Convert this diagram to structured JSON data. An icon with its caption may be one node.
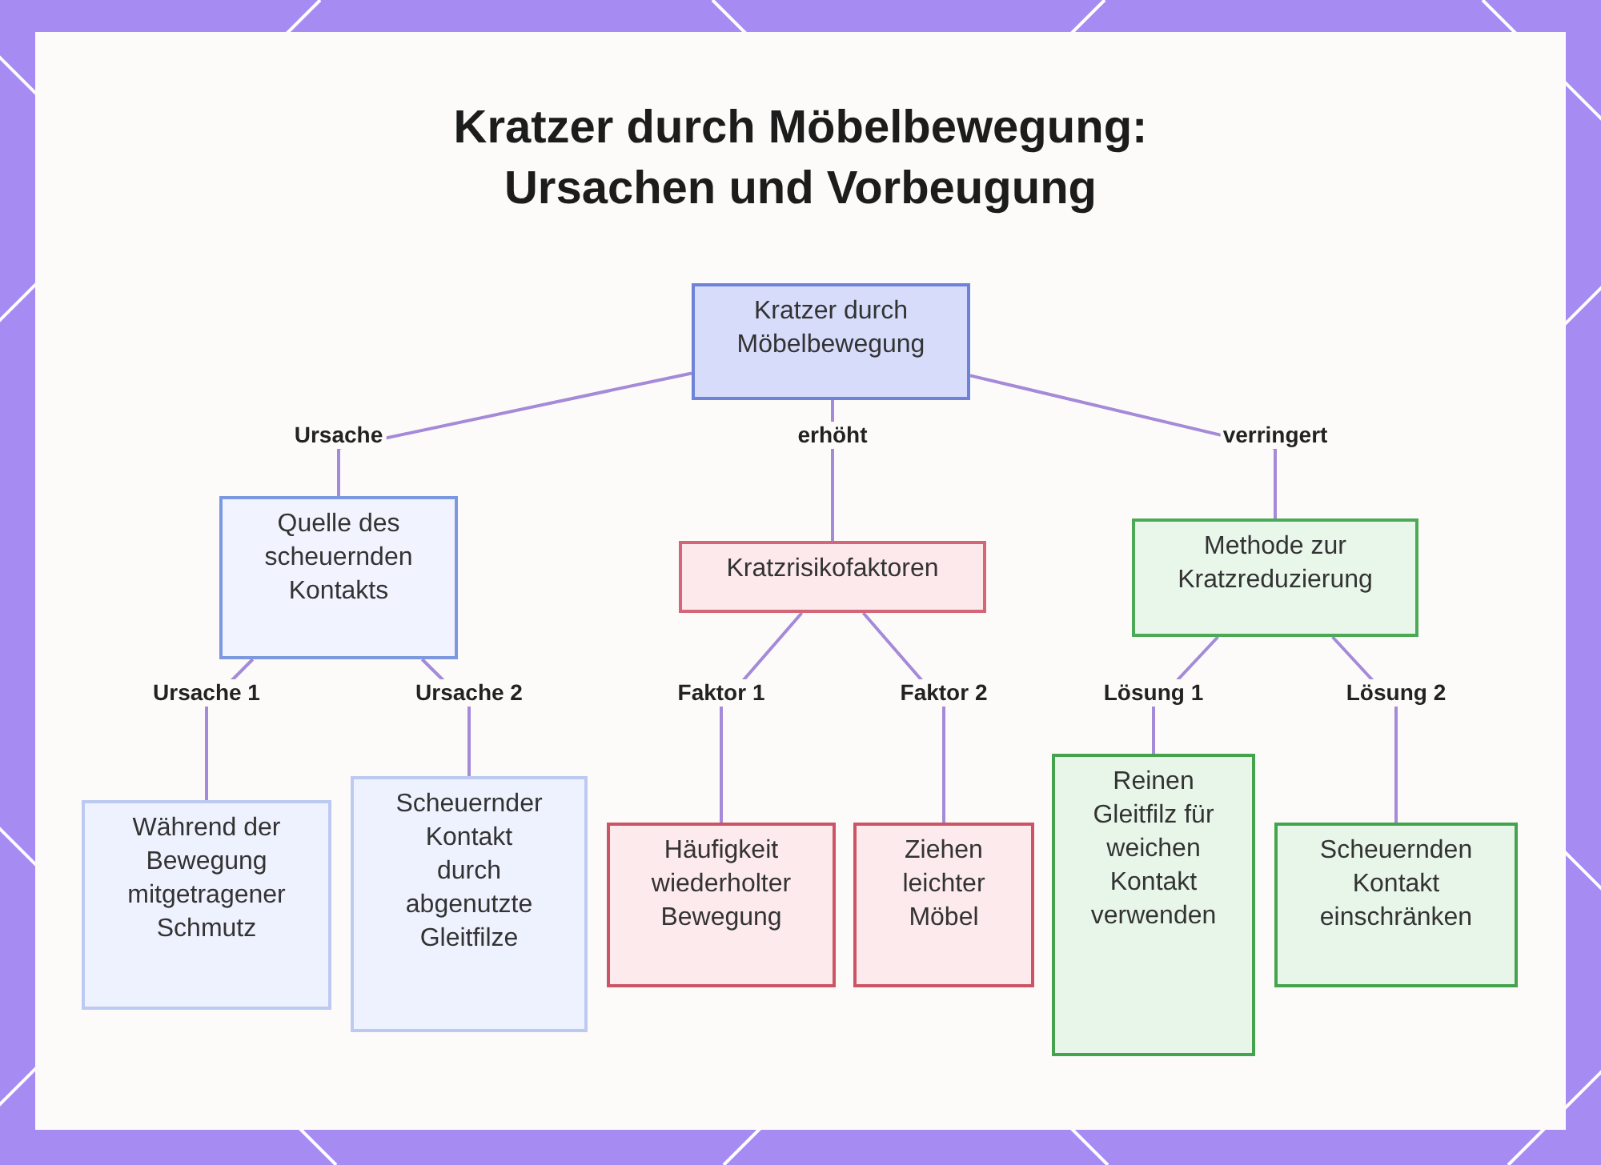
{
  "diagram": {
    "title": "Kratzer durch Möbelbewegung: Ursachen und Vorbeugung",
    "nodes": [
      {
        "text": [
          "Kratzer durch Möbelbewegung"
        ]
      },
      {
        "text": [
          "Quelle des scheuernden Kontakts"
        ]
      },
      {
        "text": [
          "Kratzrisikofaktoren"
        ]
      },
      {
        "text": [
          "Methode zur Kratzreduzierung"
        ]
      },
      {
        "text": [
          "Während der Bewegung mitgetragener Schmutz"
        ]
      },
      {
        "text": [
          "Scheuernder Kontakt durch abgenutzte Gleitfilze"
        ]
      },
      {
        "text": [
          "Häufigkeit wiederholter Bewegung"
        ]
      },
      {
        "text": [
          "Ziehen leichter Möbel"
        ]
      },
      {
        "text": [
          "Reinen Gleitfilz für weichen Kontakt verwenden"
        ]
      },
      {
        "text": [
          "Scheuernden Kontakt einschränken"
        ]
      }
    ],
    "edges": [
      {
        "from": 0,
        "to": 1,
        "arrow": "none",
        "label": "Ursache"
      },
      {
        "from": 0,
        "to": 2,
        "arrow": "none",
        "label": "erhöht"
      },
      {
        "from": 0,
        "to": 3,
        "arrow": "none",
        "label": "verringert"
      },
      {
        "from": 1,
        "to": 4,
        "arrow": "none",
        "label": "Ursache 1"
      },
      {
        "from": 1,
        "to": 5,
        "arrow": "none",
        "label": "Ursache 2"
      },
      {
        "from": 2,
        "to": 6,
        "arrow": "none",
        "label": "Faktor 1"
      },
      {
        "from": 2,
        "to": 7,
        "arrow": "none",
        "label": "Faktor 2"
      },
      {
        "from": 3,
        "to": 8,
        "arrow": "none",
        "label": "Lösung 1"
      },
      {
        "from": 3,
        "to": 9,
        "arrow": "none",
        "label": "Lösung 2"
      }
    ]
  }
}
